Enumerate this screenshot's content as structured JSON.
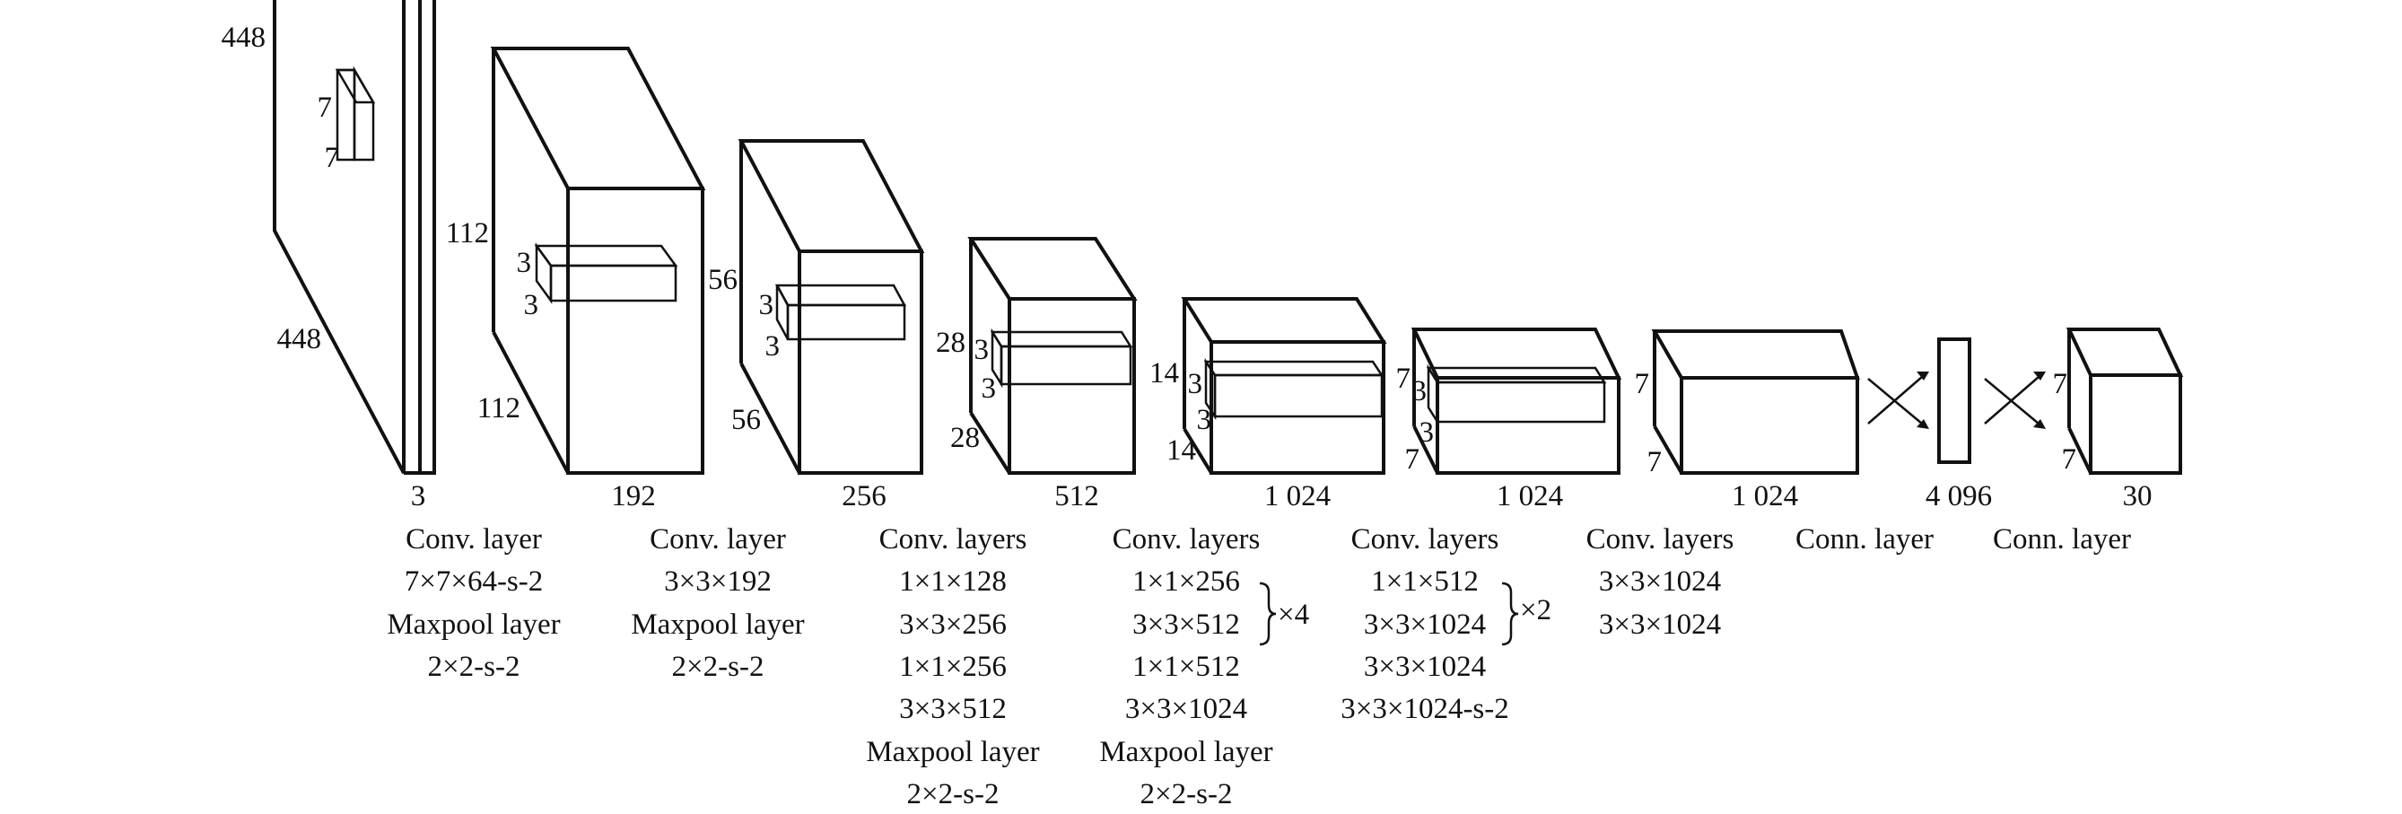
{
  "layers": [
    {
      "input_dims": {
        "height": "448",
        "width": "448",
        "kernel_h": "7",
        "kernel_w": "7"
      },
      "depth": "3",
      "desc": [
        "Conv. layer",
        "7×7×64-s-2",
        "Maxpool layer",
        "2×2-s-2"
      ]
    },
    {
      "dims": {
        "height": "112",
        "width": "112",
        "kernel_h": "3",
        "kernel_w": "3"
      },
      "depth": "192",
      "desc": [
        "Conv. layer",
        "3×3×192",
        "Maxpool layer",
        "2×2-s-2"
      ]
    },
    {
      "dims": {
        "height": "56",
        "width": "56",
        "kernel_h": "3",
        "kernel_w": "3"
      },
      "depth": "256",
      "desc": [
        "Conv. layers",
        "1×1×128",
        "3×3×256",
        "1×1×256",
        "3×3×512",
        "Maxpool layer",
        "2×2-s-2"
      ]
    },
    {
      "dims": {
        "height": "28",
        "width": "28",
        "kernel_h": "3",
        "kernel_w": "3"
      },
      "depth": "512",
      "desc": [
        "Conv. layers",
        "1×1×256",
        "3×3×512",
        "1×1×512",
        "3×3×1024",
        "Maxpool layer",
        "2×2-s-2"
      ],
      "repeat": "×4"
    },
    {
      "dims": {
        "height": "14",
        "width": "14",
        "kernel_h": "3",
        "kernel_w": "3"
      },
      "depth": "1 024",
      "desc": [
        "Conv. layers",
        "1×1×512",
        "3×3×1024",
        "3×3×1024",
        "3×3×1024-s-2"
      ],
      "repeat": "×2"
    },
    {
      "dims": {
        "height": "7",
        "width": "7",
        "kernel_h": "3",
        "kernel_w": "3"
      },
      "depth": "1 024",
      "desc": [
        "Conv. layers",
        "3×3×1024",
        "3×3×1024"
      ]
    },
    {
      "dims": {
        "height": "7",
        "width": "7"
      },
      "depth": "1 024",
      "desc": [
        "Conn. layer"
      ]
    },
    {
      "depth": "4 096",
      "desc": [
        "Conn. layer"
      ]
    },
    {
      "dims": {
        "height": "7",
        "width": "7"
      },
      "depth": "30"
    }
  ]
}
